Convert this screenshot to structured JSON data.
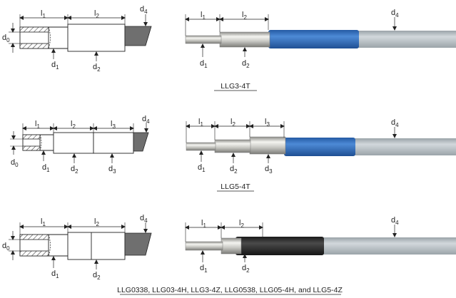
{
  "symbols": {
    "l1": {
      "main": "l",
      "sub": "1"
    },
    "l2": {
      "main": "l",
      "sub": "2"
    },
    "l3": {
      "main": "l",
      "sub": "3"
    },
    "d0": {
      "main": "d",
      "sub": "0"
    },
    "d1": {
      "main": "d",
      "sub": "1"
    },
    "d2": {
      "main": "d",
      "sub": "2"
    },
    "d3": {
      "main": "d",
      "sub": "3"
    },
    "d4": {
      "main": "d",
      "sub": "4"
    }
  },
  "captions": {
    "row1": "LLG3-4T",
    "row2": "LLG5-4T",
    "row3": "LLG0338, LLG03-4H, LLG3-4Z, LLG0538, LLG05-4H, and LLG5-4Z"
  },
  "colors": {
    "sleeve_blue": "#2f6fc0",
    "sleeve_black": "#262626",
    "cable_gray": "#b9c1c6",
    "metal": "#cfcfcc",
    "tip_dark": "#6f6f6f"
  }
}
